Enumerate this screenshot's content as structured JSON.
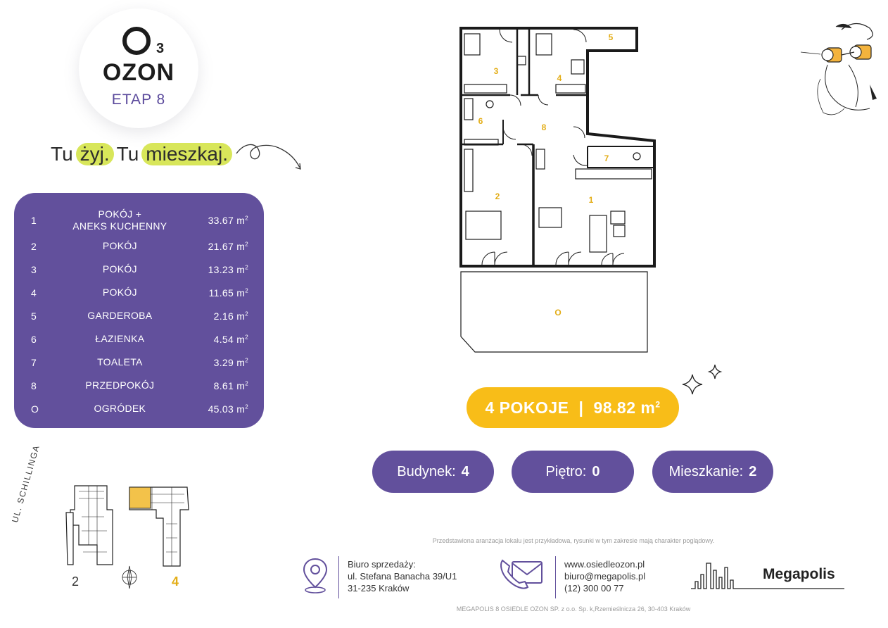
{
  "logo": {
    "mark": "O",
    "mark_sub": "3",
    "name": "OZON",
    "etap": "ETAP 8"
  },
  "slogan": {
    "word1": "Tu",
    "word2": "żyj.",
    "word3": "Tu",
    "word4": "mieszkaj."
  },
  "rooms": [
    {
      "num": "1",
      "name_line1": "POKÓJ +",
      "name_line2": "ANEKS KUCHENNY",
      "area": "33.67 m"
    },
    {
      "num": "2",
      "name": "POKÓJ",
      "area": "21.67 m"
    },
    {
      "num": "3",
      "name": "POKÓJ",
      "area": "13.23 m"
    },
    {
      "num": "4",
      "name": "POKÓJ",
      "area": "11.65 m"
    },
    {
      "num": "5",
      "name": "GARDEROBA",
      "area": "2.16 m"
    },
    {
      "num": "6",
      "name": "ŁAZIENKA",
      "area": "4.54 m"
    },
    {
      "num": "7",
      "name": "TOALETA",
      "area": "3.29 m"
    },
    {
      "num": "8",
      "name": "PRZEDPOKÓJ",
      "area": "8.61 m"
    },
    {
      "num": "O",
      "name": "OGRÓDEK",
      "area": "45.03 m"
    }
  ],
  "area_unit_sup": "2",
  "plan_labels": {
    "r1": "1",
    "r2": "2",
    "r3": "3",
    "r4": "4",
    "r5": "5",
    "r6": "6",
    "r7": "7",
    "r8": "8",
    "garden": "O"
  },
  "summary": {
    "rooms": "4 POKOJE",
    "separator": "|",
    "area": "98.82 m",
    "sup": "2"
  },
  "info": {
    "building_label": "Budynek:",
    "building_value": "4",
    "floor_label": "Piętro:",
    "floor_value": "0",
    "apartment_label": "Mieszkanie:",
    "apartment_value": "2"
  },
  "sitemap": {
    "street": "UL. SCHILLINGA",
    "building_a": "2",
    "building_b": "4"
  },
  "footer": {
    "disclaimer": "Przedstawiona aranżacja lokalu jest przykładowa, rysunki w tym zakresie mają charakter poglądowy.",
    "office_title": "Biuro sprzedaży:",
    "office_street": "ul. Stefana Banacha 39/U1",
    "office_city": "31-235 Kraków",
    "website": "www.osiedleozon.pl",
    "email": "biuro@megapolis.pl",
    "phone": "(12) 300 00 77",
    "developer": "Megapolis",
    "legal": "MEGAPOLIS 8 OSIEDLE OZON SP. z o.o. Sp. k,Rzemieślnicza 26, 30-403 Kraków"
  },
  "colors": {
    "purple": "#62509c",
    "yellow": "#f8bd18",
    "lime": "#d8e65a"
  }
}
